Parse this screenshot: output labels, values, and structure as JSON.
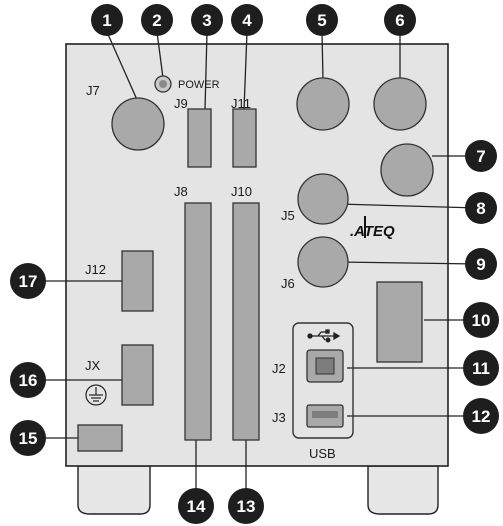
{
  "brand": ".ATEQ",
  "power_label": "POWER",
  "usb_label": "USB",
  "callouts": [
    "1",
    "2",
    "3",
    "4",
    "5",
    "6",
    "7",
    "8",
    "9",
    "10",
    "11",
    "12",
    "13",
    "14",
    "15",
    "16",
    "17"
  ],
  "connectors": {
    "j7": "J7",
    "j9": "J9",
    "j11": "J11",
    "j8": "J8",
    "j10": "J10",
    "j5": "J5",
    "j6": "J6",
    "j12": "J12",
    "jx": "JX",
    "j2": "J2",
    "j3": "J3"
  },
  "icons": {
    "ground": "ground-icon",
    "usb": "usb-symbol-icon"
  },
  "colors": {
    "panel_fill": "#e4e4e4",
    "connector_fill": "#a9a9a9",
    "callout_fill": "#1e1e1e"
  }
}
